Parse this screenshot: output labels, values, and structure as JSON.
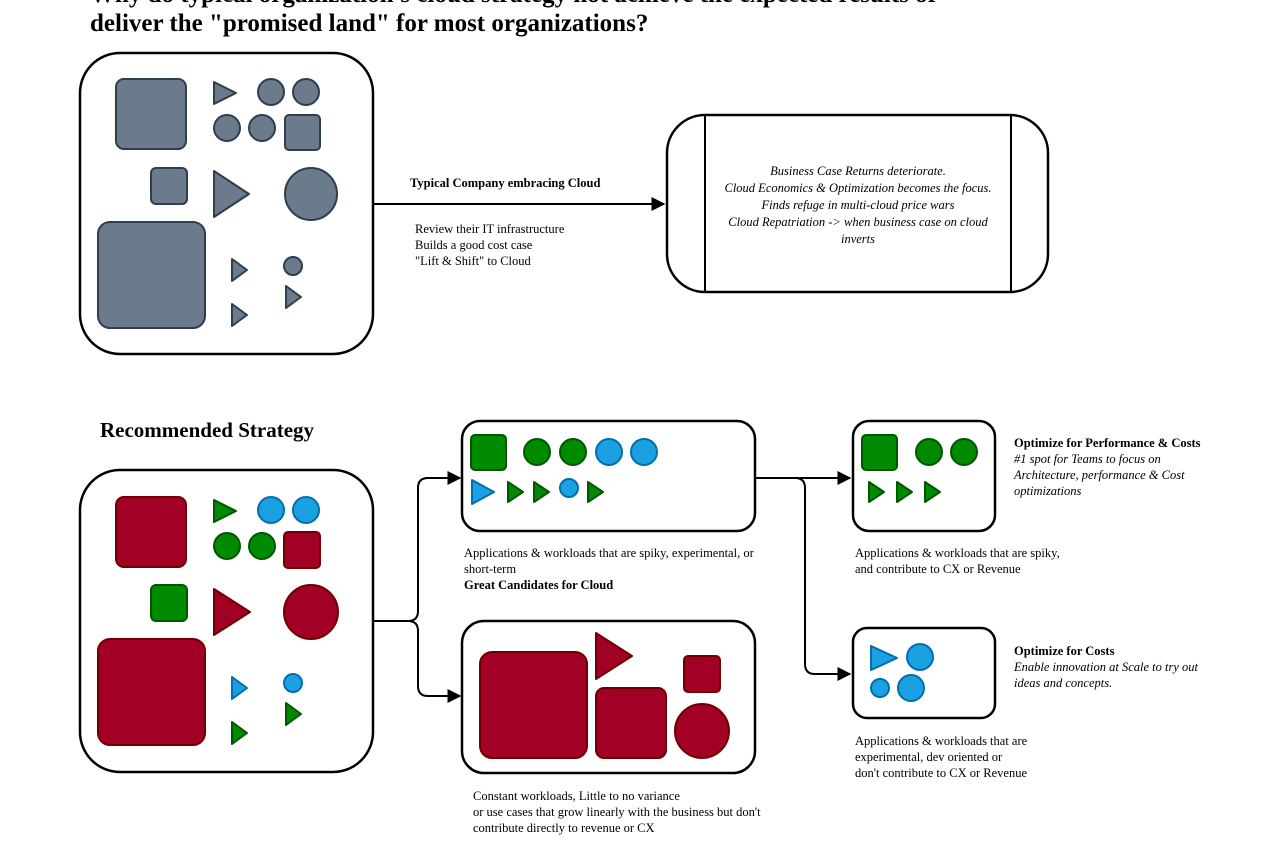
{
  "header": {
    "title_line1": "Why do typical organization's cloud strategy not achieve the expected results or",
    "title_line2": "deliver the \"promised land\" for most organizations?"
  },
  "typical": {
    "arrow_label": "Typical Company embracing Cloud",
    "steps": [
      "Review their IT infrastructure",
      "Builds a good cost case",
      "\"Lift & Shift\" to Cloud"
    ],
    "outcome": [
      "Business Case Returns deteriorate.",
      "Cloud Economics & Optimization becomes the focus.",
      "Finds refuge in multi-cloud price wars",
      "Cloud Repatriation -> when business case on cloud",
      "inverts"
    ]
  },
  "recommended": {
    "title": "Recommended Strategy",
    "cloud_group": {
      "desc": [
        "Applications & workloads that are spiky, experimental, or",
        "short-term"
      ],
      "desc_bold": "Great Candidates for Cloud"
    },
    "constant_group": {
      "desc": [
        "Constant workloads, Little to no variance",
        "or use cases that grow linearly with the business but don't",
        "contribute directly to revenue or CX"
      ]
    },
    "perf_group": {
      "title": "Optimize for Performance & Costs",
      "note": [
        "#1 spot for Teams to focus on",
        "Architecture, performance & Cost",
        "optimizations"
      ],
      "desc": [
        "Applications & workloads that are spiky,",
        "and contribute to CX or Revenue"
      ]
    },
    "cost_group": {
      "title": "Optimize for Costs",
      "note": [
        "Enable innovation at Scale to try out",
        "ideas and concepts."
      ],
      "desc": [
        "Applications & workloads that are",
        "experimental, dev oriented or",
        "don't contribute to CX or Revenue"
      ]
    }
  },
  "colors": {
    "gray": "#6b7b8c",
    "crimson": "#a20025",
    "green": "#008a00",
    "blue": "#1ba1e2"
  }
}
